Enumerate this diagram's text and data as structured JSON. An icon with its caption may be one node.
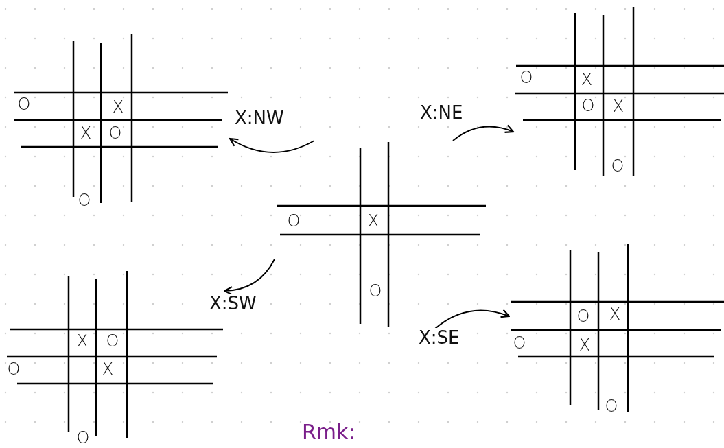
{
  "diagram": {
    "nodes": [
      {
        "text": [
          "O",
          "X",
          "X",
          "O",
          "O"
        ]
      },
      {
        "text": [
          "O",
          "X",
          "O",
          "X",
          "O"
        ]
      },
      {
        "text": [
          "O",
          "X",
          "O"
        ]
      },
      {
        "text": [
          "X",
          "O",
          "O",
          "X",
          "O"
        ]
      },
      {
        "text": [
          "O",
          "X",
          "O",
          "X",
          "O"
        ]
      }
    ],
    "edges": [
      {
        "from": 2,
        "to": 0,
        "arrow": "to",
        "label": "X:NW"
      },
      {
        "from": 2,
        "to": 1,
        "arrow": "to",
        "label": "X:NE"
      },
      {
        "from": 2,
        "to": 3,
        "arrow": "to",
        "label": "X:SW"
      },
      {
        "from": 2,
        "to": 4,
        "arrow": "to",
        "label": "X:SE"
      }
    ],
    "labels": [
      "Rmk:"
    ]
  }
}
